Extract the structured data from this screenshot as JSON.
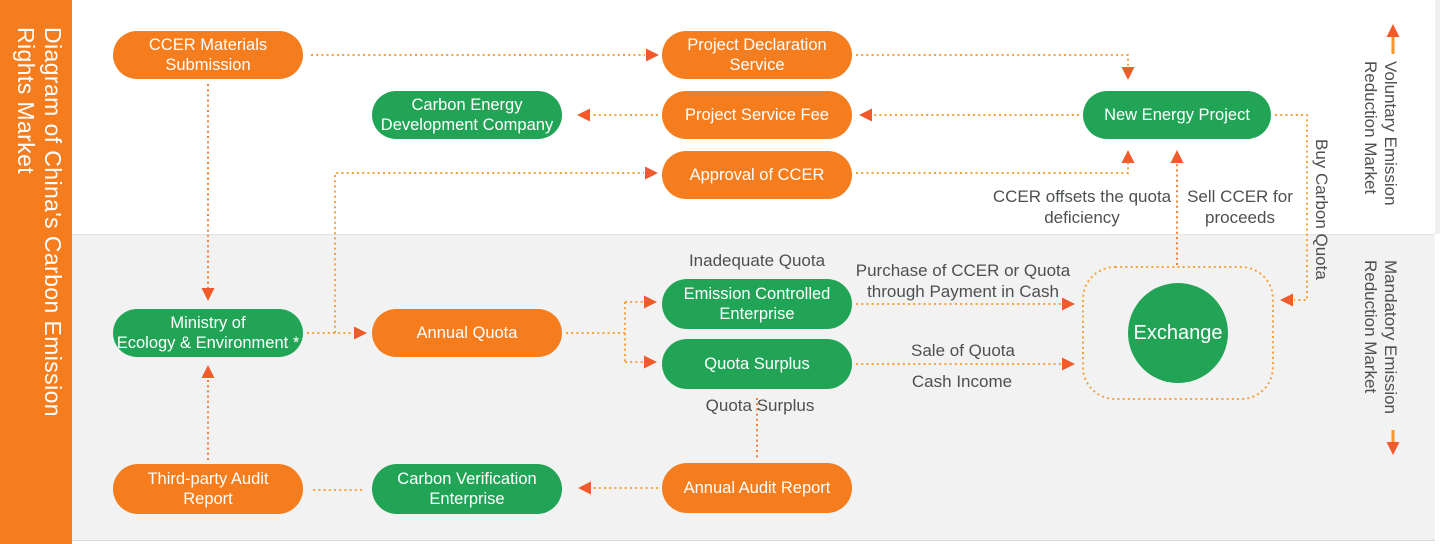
{
  "sidebar": {
    "title": "Diagram of China's Carbon Emission\nRights Market"
  },
  "markets": {
    "voluntary": "Voluntary Emission\nReduction Market",
    "mandatory": "Mandatory Emission\nReduction Market"
  },
  "nodes": {
    "ccer_materials": "CCER Materials\nSubmission",
    "project_declaration": "Project Declaration\nService",
    "carbon_energy_dev": "Carbon Energy\nDevelopment Company",
    "project_service_fee": "Project Service Fee",
    "approval_ccer": "Approval of CCER",
    "new_energy_project": "New Energy Project",
    "ministry": "Ministry of\nEcology & Environment *",
    "annual_quota": "Annual Quota",
    "emission_controlled": "Emission Controlled\nEnterprise",
    "quota_surplus": "Quota Surplus",
    "third_party_audit": "Third-party Audit\nReport",
    "carbon_verification": "Carbon Verification\nEnterprise",
    "annual_audit": "Annual Audit Report",
    "exchange": "Exchange"
  },
  "edge_labels": {
    "inadequate_quota": "Inadequate Quota",
    "purchase": "Purchase of CCER or Quota\nthrough Payment in Cash",
    "sale_of_quota": "Sale of Quota",
    "cash_income": "Cash Income",
    "quota_surplus": "Quota Surplus",
    "ccer_offsets": "CCER offsets the quota\ndeficiency",
    "sell_ccer": "Sell CCER for\nproceeds",
    "buy_carbon_quota": "Buy Carbon Quota"
  },
  "colors": {
    "orange": "#F57D1E",
    "green": "#21A456",
    "dotted_line": "#F7A23B",
    "arrowhead": "#F15A2B",
    "label_text": "#4D514E",
    "band_background": "#F2F2F2"
  }
}
